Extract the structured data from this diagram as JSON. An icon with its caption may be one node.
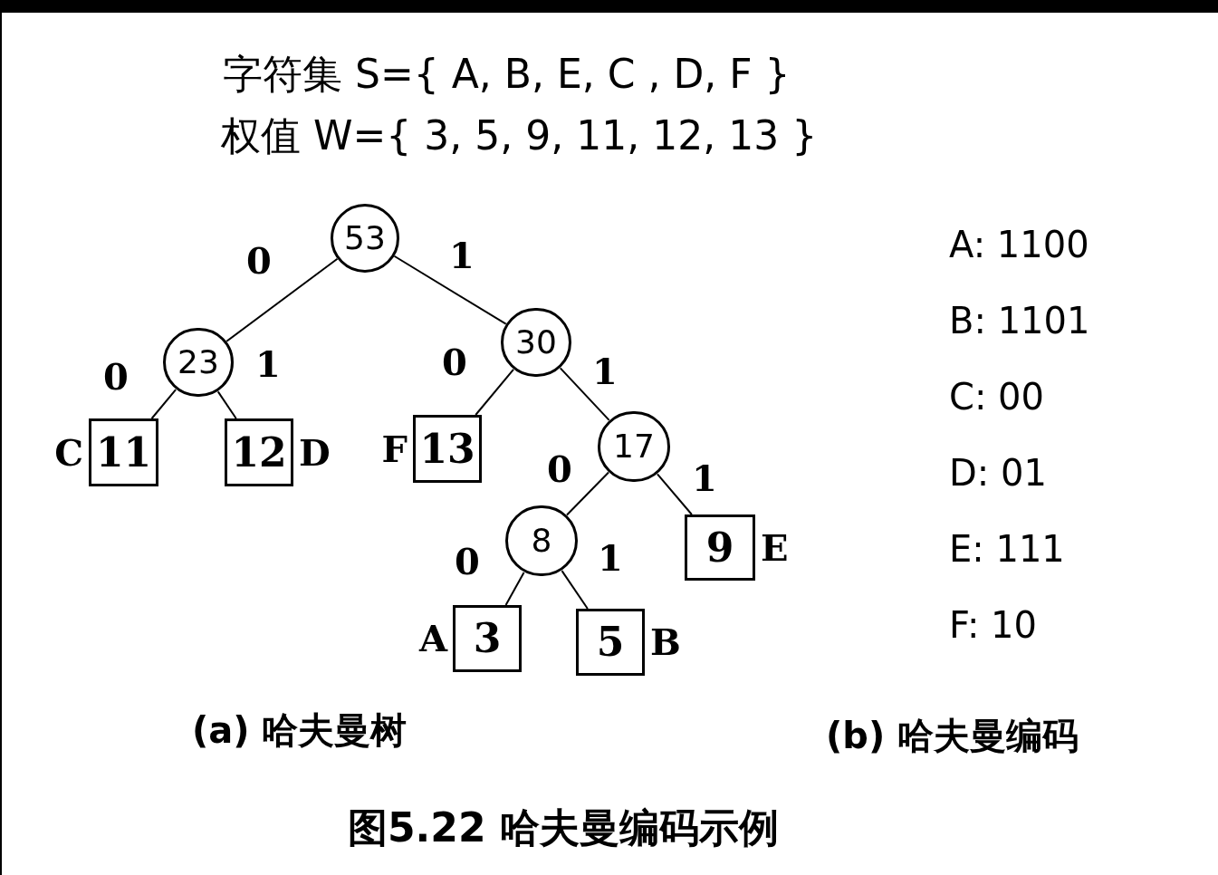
{
  "diagram": {
    "caption": "图5.22 哈夫曼编码示例",
    "nodes": [
      {
        "text": [
          "53"
        ]
      },
      {
        "text": [
          "23"
        ]
      },
      {
        "text": [
          "30"
        ]
      },
      {
        "text": [
          "11"
        ],
        "beside": [
          "C"
        ]
      },
      {
        "text": [
          "12"
        ],
        "beside": [
          "D"
        ]
      },
      {
        "text": [
          "13"
        ],
        "beside": [
          "F"
        ]
      },
      {
        "text": [
          "17"
        ]
      },
      {
        "text": [
          "8"
        ]
      },
      {
        "text": [
          "9"
        ],
        "beside": [
          "E"
        ]
      },
      {
        "text": [
          "3"
        ],
        "beside": [
          "A"
        ]
      },
      {
        "text": [
          "5"
        ],
        "beside": [
          "B"
        ]
      }
    ],
    "edges": [
      {
        "from": 0,
        "to": 1,
        "arrow": "none",
        "label": "0"
      },
      {
        "from": 0,
        "to": 2,
        "arrow": "none",
        "label": "1"
      },
      {
        "from": 1,
        "to": 3,
        "arrow": "none",
        "label": "0"
      },
      {
        "from": 1,
        "to": 4,
        "arrow": "none",
        "label": "1"
      },
      {
        "from": 2,
        "to": 5,
        "arrow": "none",
        "label": "0"
      },
      {
        "from": 2,
        "to": 6,
        "arrow": "none",
        "label": "1"
      },
      {
        "from": 6,
        "to": 7,
        "arrow": "none",
        "label": "0"
      },
      {
        "from": 6,
        "to": 8,
        "arrow": "none",
        "label": "1"
      },
      {
        "from": 7,
        "to": 9,
        "arrow": "none",
        "label": "0"
      },
      {
        "from": 7,
        "to": 10,
        "arrow": "none",
        "label": "1"
      }
    ],
    "labels": [
      "字符集 S={ A, B, E, C , D, F }",
      "权值 W={ 3, 5, 9, 11, 12, 13 }",
      "A: 1100",
      "B: 1101",
      "C: 00",
      "D: 01",
      "E: 111",
      "F: 10",
      "(a) 哈夫曼树",
      "(b) 哈夫曼编码"
    ]
  }
}
